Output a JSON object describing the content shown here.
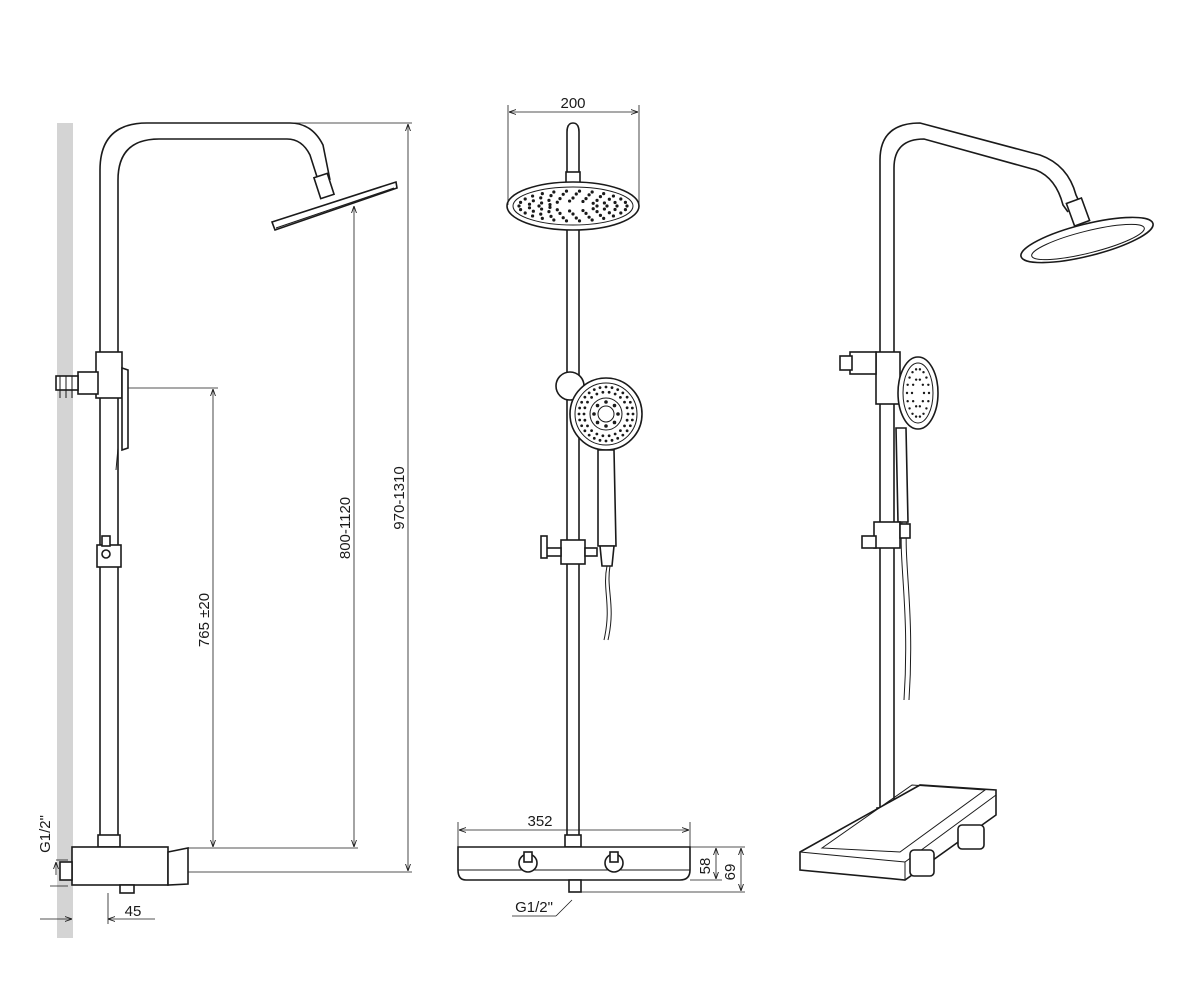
{
  "side_view": {
    "dim_height_total": "970-1310",
    "dim_head_height": "800-1120",
    "dim_holder_height": "765 ±20",
    "dim_inlet_offset": "45",
    "inlet_thread": "G1/2\""
  },
  "front_view": {
    "dim_head_diameter": "200",
    "dim_mixer_width": "352",
    "dim_mixer_body": "58",
    "dim_mixer_total": "69",
    "inlet_thread": "G1/2\""
  }
}
